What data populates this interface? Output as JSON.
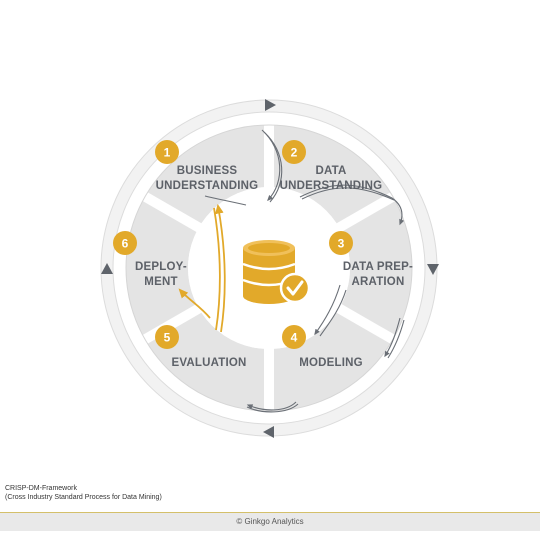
{
  "diagram": {
    "accent_color": "#e2a92a",
    "segment_color": "#e6e6e6",
    "ring_color": "#f4f4f4",
    "center_icon": "database-check-icon",
    "phases": [
      {
        "number": "1",
        "line1": "BUSINESS",
        "line2": "UNDERSTANDING"
      },
      {
        "number": "2",
        "line1": "DATA",
        "line2": "UNDERSTANDING"
      },
      {
        "number": "3",
        "line1": "DATA PREP-",
        "line2": "ARATION"
      },
      {
        "number": "4",
        "line1": "MODELING",
        "line2": ""
      },
      {
        "number": "5",
        "line1": "EVALUATION",
        "line2": ""
      },
      {
        "number": "6",
        "line1": "DEPLOY-",
        "line2": "MENT"
      }
    ]
  },
  "caption": {
    "line1": "CRISP-DM-Framework",
    "line2": "(Cross Industry Standard Process for Data Mining)"
  },
  "footer": {
    "text": "© Ginkgo Analytics"
  }
}
